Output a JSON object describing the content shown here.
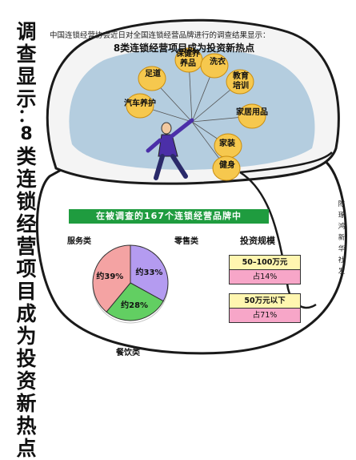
{
  "side_title": [
    "调",
    "查",
    "显",
    "示",
    "：",
    "8",
    "类",
    "连",
    "锁",
    "经",
    "营",
    "项",
    "目",
    "成",
    "为",
    "投",
    "资",
    "新",
    "热",
    "点"
  ],
  "intro": "中国连锁经营协会近日对全国连锁经营品牌进行的调查结果显示：",
  "bulbs": {
    "title": "8类连锁经营项目成为投资新热点",
    "items": [
      "保健养养品",
      "洗衣",
      "足道",
      "教育培训",
      "汽车养护",
      "家居用品",
      "家装",
      "健身"
    ]
  },
  "banner": "在被调查的167个连锁经营品牌中",
  "chart_data": {
    "type": "pie",
    "title": "在被调查的167个连锁经营品牌中",
    "slices": [
      {
        "name": "零售类",
        "label": "约33%",
        "value": 33,
        "color": "#b49bf0"
      },
      {
        "name": "餐饮类",
        "label": "约28%",
        "value": 28,
        "color": "#62cf62"
      },
      {
        "name": "服务类",
        "label": "约39%",
        "value": 39,
        "color": "#f4a3a3"
      }
    ]
  },
  "investment": {
    "title": "投资规模",
    "rows": [
      {
        "range": "50–100万元",
        "share": "占14%"
      },
      {
        "range": "50万元以下",
        "share": "占71%"
      }
    ]
  },
  "credit": [
    "陈",
    "琢",
    "鸿",
    "新",
    "华",
    "社",
    "发"
  ],
  "colors": {
    "bag_fill": "#ffffff",
    "bag_outline": "#1a1a1a",
    "sky": "#9fc0d8",
    "bulb": "#f6c84e",
    "banner": "#1f9c3f"
  }
}
